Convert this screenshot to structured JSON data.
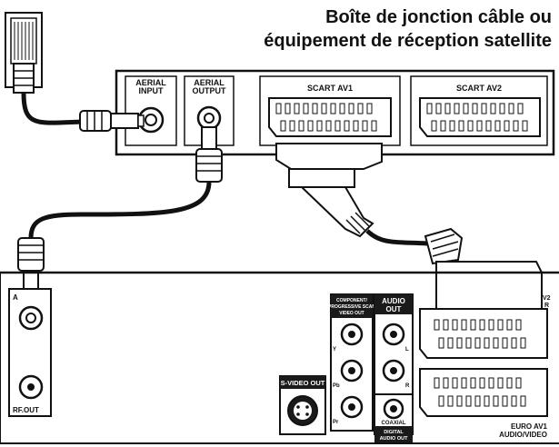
{
  "title": {
    "line1": "Boîte de jonction câble ou",
    "line2": "équipement de réception satellite"
  },
  "set_top_box": {
    "aerial_input": [
      "AERIAL",
      "INPUT"
    ],
    "aerial_output": [
      "AERIAL",
      "OUTPUT"
    ],
    "scart_av1": "SCART AV1",
    "scart_av2": "SCART AV2"
  },
  "player": {
    "component_label": [
      "COMPONENT/",
      "PROGRESSIVE SCAN",
      "VIDEO OUT"
    ],
    "component_jacks": [
      "Y",
      "Pb",
      "Pr"
    ],
    "audio_out": [
      "AUDIO",
      "OUT"
    ],
    "audio_jacks": [
      "L",
      "R"
    ],
    "coaxial": "COAXIAL",
    "digital_audio_out": [
      "DIGITAL",
      "AUDIO OUT"
    ],
    "s_video_out": "S-VIDEO OUT",
    "rf_out": "RF.OUT",
    "euro_av1": [
      "EURO AV1",
      "AUDIO/VIDEO"
    ],
    "aerial_partial": "A",
    "av2_partial": [
      "V2",
      "R"
    ]
  },
  "colors": {
    "line": "#111111",
    "panel": "#ffffff",
    "shade": "#d9d9d9",
    "dark": "#1a1a1a"
  }
}
